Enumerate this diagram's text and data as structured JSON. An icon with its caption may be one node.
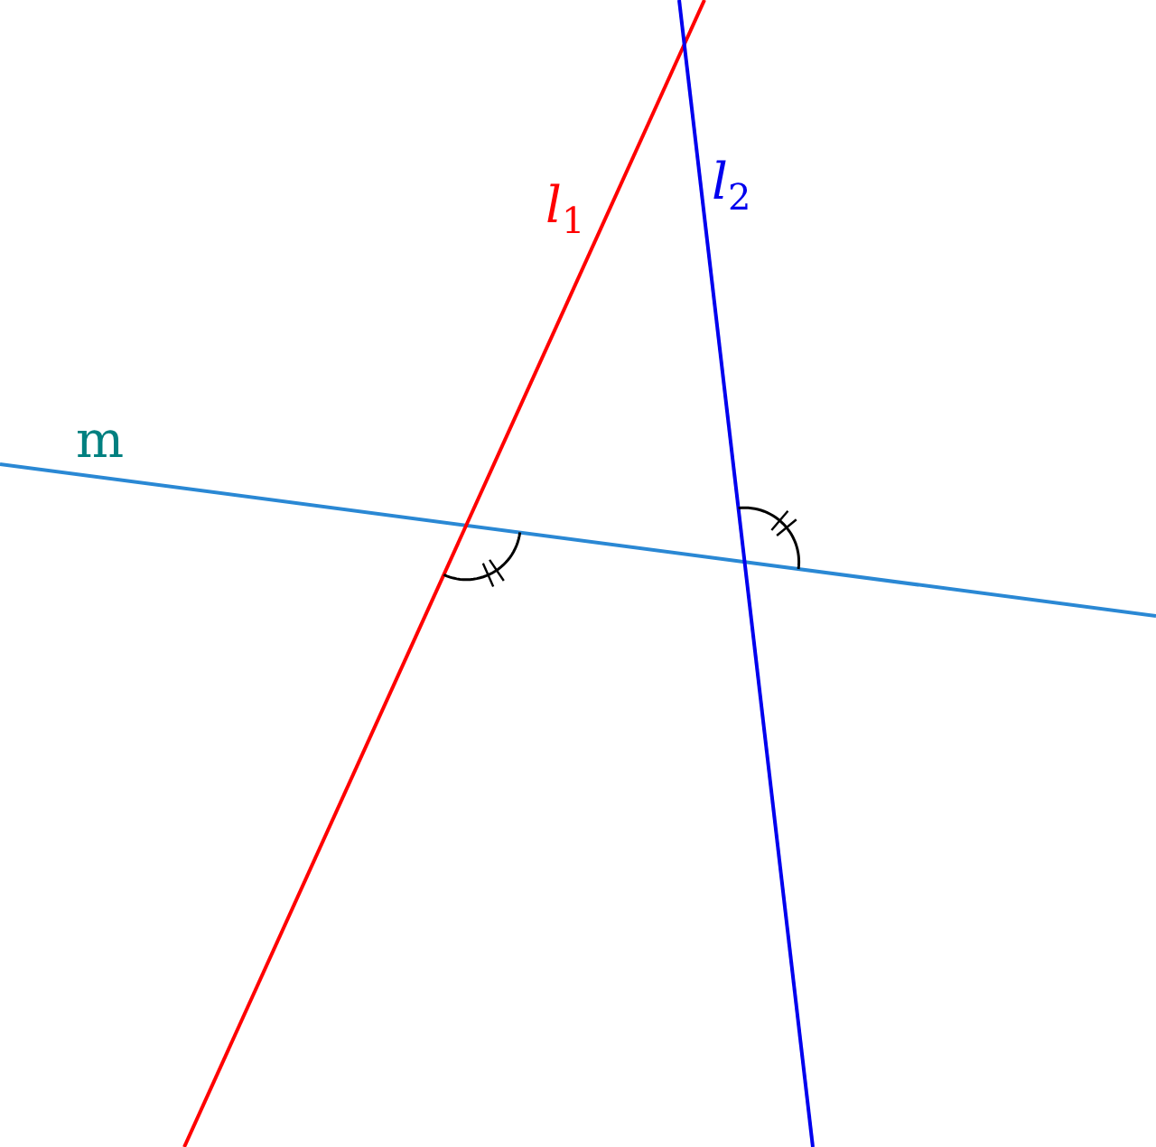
{
  "diagram": {
    "labels": [
      "m",
      "*l*$_{1}$",
      "*l*$_{2}$"
    ]
  }
}
